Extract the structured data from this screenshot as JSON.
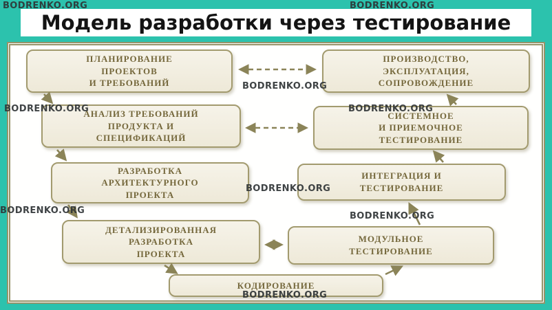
{
  "title": "Модель разработки через тестирование",
  "watermark": {
    "text": "BODRENKO.ORG"
  },
  "boxes": {
    "planning": "ПЛАНИРОВАНИЕ\nПРОЕКТОВ\nИ ТРЕБОВАНИЙ",
    "analysis": "АНАЛИЗ ТРЕБОВАНИЙ\nПРОДУКТА И\nСПЕЦИФИКАЦИЙ",
    "architecture": "РАЗРАБОТКА\nАРХИТЕКТУРНОГО\nПРОЕКТА",
    "detailed_design": "ДЕТАЛИЗИРОВАННАЯ\nРАЗРАБОТКА\nПРОЕКТА",
    "coding": "КОДИРОВАНИЕ",
    "production": "ПРОИЗВОДСТВО,\nЭКСПЛУАТАЦИЯ,\nСОПРОВОЖДЕНИЕ",
    "system_testing": "СИСТЕМНОЕ\nИ ПРИЕМОЧНОЕ\nТЕСТИРОВАНИЕ",
    "integration_testing": "ИНТЕГРАЦИЯ И\nТЕСТИРОВАНИЕ",
    "module_testing": "МОДУЛЬНОЕ\nТЕСТИРОВАНИЕ"
  },
  "colors": {
    "frame_teal": "#2cc2ad",
    "panel_border": "#97946a",
    "box_border": "#a29a6e",
    "box_background": "#f2eede",
    "box_text": "#75683c",
    "arrow": "#8b8458",
    "title_text": "#141414",
    "watermark_text": "#2f3436"
  }
}
